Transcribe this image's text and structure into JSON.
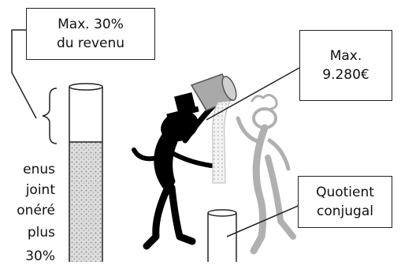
{
  "callouts": {
    "max_income_line1": "Max. 30%",
    "max_income_line2": "du revenu",
    "max_amount_line1": "Max.",
    "max_amount_line2": "9.280€",
    "quotient_line1": "Quotient",
    "quotient_line2": "conjugal"
  },
  "side_text": [
    "enus",
    "joint",
    "onéré",
    "plus",
    "30%"
  ],
  "colors": {
    "figure_dark": "#000000",
    "figure_ghost": "#b0b0b0",
    "bucket": "#a9a9a9",
    "sand_fill": "#d6d6d6",
    "outline": "#222222"
  }
}
